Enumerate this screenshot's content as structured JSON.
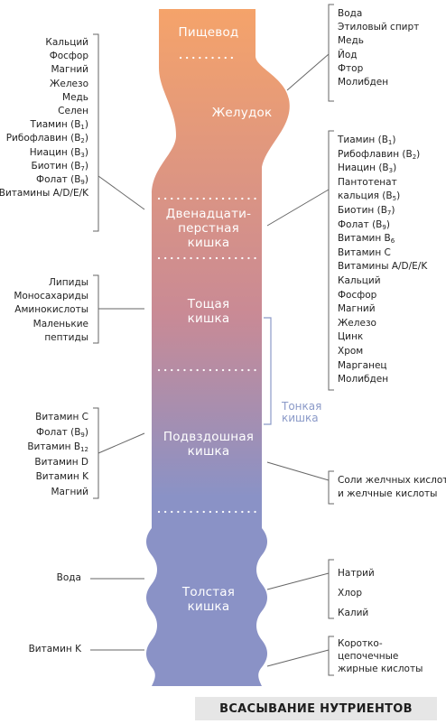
{
  "title": "ВСАСЫВАНИЕ НУТРИЕНТОВ",
  "small_intestine_label": "Тонкая\nкишка",
  "colors": {
    "top": "#f5a36a",
    "middle": "#c98a95",
    "bottom": "#8a92c6",
    "bracket": "#8b9ac8",
    "line": "#666666",
    "title_bg": "#e6e6e6"
  },
  "organs": [
    {
      "key": "esophagus",
      "label": "Пищевод"
    },
    {
      "key": "stomach",
      "label": "Желудок"
    },
    {
      "key": "duodenum",
      "label": "Двенадцати-\nперстная\nкишка"
    },
    {
      "key": "jejunum",
      "label": "Тощая\nкишка"
    },
    {
      "key": "ileum",
      "label": "Подвздошная\nкишка"
    },
    {
      "key": "colon",
      "label": "Толстая\nкишка"
    }
  ],
  "lists": {
    "stomach_right": [
      "Вода",
      "Этиловый спирт",
      "Медь",
      "Йод",
      "Фтор",
      "Молибден"
    ],
    "duodenum_left": [
      "Кальций",
      "Фосфор",
      "Магний",
      "Железо",
      "Медь",
      "Селен",
      "Тиамин (B|1|)",
      "Рибофлавин (B|2|)",
      "Ниацин (B|3|)",
      "Биотин (B|7|)",
      "Фолат (B|9|)",
      "Витамины A/D/E/K"
    ],
    "duodenum_right": [
      "Тиамин (B|1|)",
      "Рибофлавин (B|2|)",
      "Ниацин (B|3|)",
      "Пантотенат",
      "кальция (B|5|)",
      "Биотин (B|7|)",
      "Фолат (B|9|)",
      "Витамин B|6|",
      "Витамин C",
      "Витамины A/D/E/K",
      "Кальций",
      "Фосфор",
      "Магний",
      "Железо",
      "Цинк",
      "Хром",
      "Марганец",
      "Молибден"
    ],
    "jejunum_left": [
      "Липиды",
      "Моносахариды",
      "Аминокислоты",
      "Маленькие",
      "пептиды"
    ],
    "ileum_left": [
      "Витамин C",
      "Фолат (B|9|)",
      "Витамин B|12|",
      "Витамин D",
      "Витамин K",
      "Магний"
    ],
    "ileum_right": [
      "Соли желчных кислот",
      "и желчные кислоты"
    ],
    "colon_left_water": [
      "Вода"
    ],
    "colon_right_minerals": [
      "Натрий",
      "Хлор",
      "Калий"
    ],
    "colon_left_vitk": [
      "Витамин K"
    ],
    "colon_right_fatty": [
      "Коротко-",
      "цепочечные",
      "жирные кислоты"
    ]
  }
}
